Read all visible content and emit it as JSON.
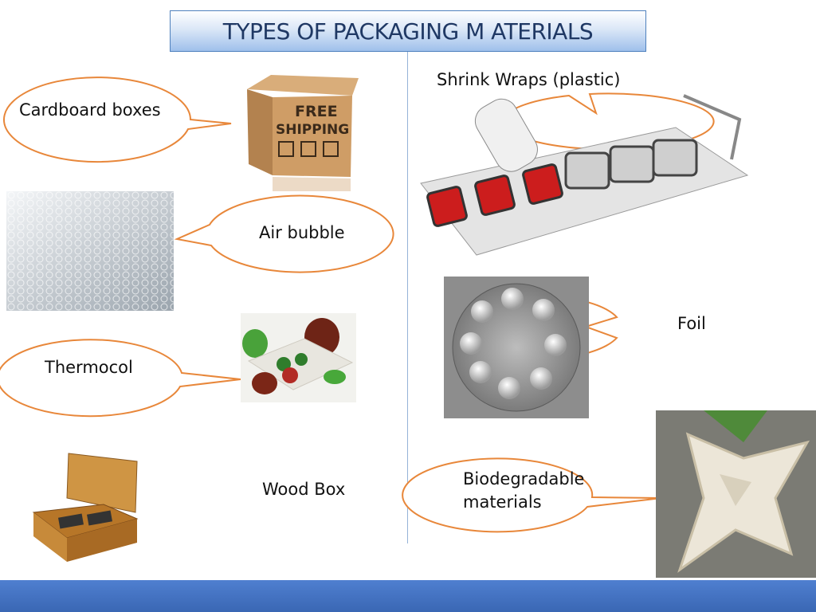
{
  "title": "TYPES OF PACKAGING M ATERIALS",
  "labels": {
    "cardboard": "Cardboard boxes",
    "air_bubble": "Air bubble",
    "thermocol": "Thermocol",
    "wood_box": "Wood Box",
    "shrink_wraps": "Shrink Wraps (plastic)",
    "foil": "Foil",
    "biodegradable_line1": "Biodegradable",
    "biodegradable_line2": "materials"
  },
  "box_print": {
    "line1": "FREE",
    "line2": "SHIPPING",
    "side": "FREE SHIPPING"
  },
  "colors": {
    "callout_stroke": "#e8873a",
    "title_text": "#1f3864",
    "footer": "#4a78c8",
    "divider": "#95b3d7"
  }
}
